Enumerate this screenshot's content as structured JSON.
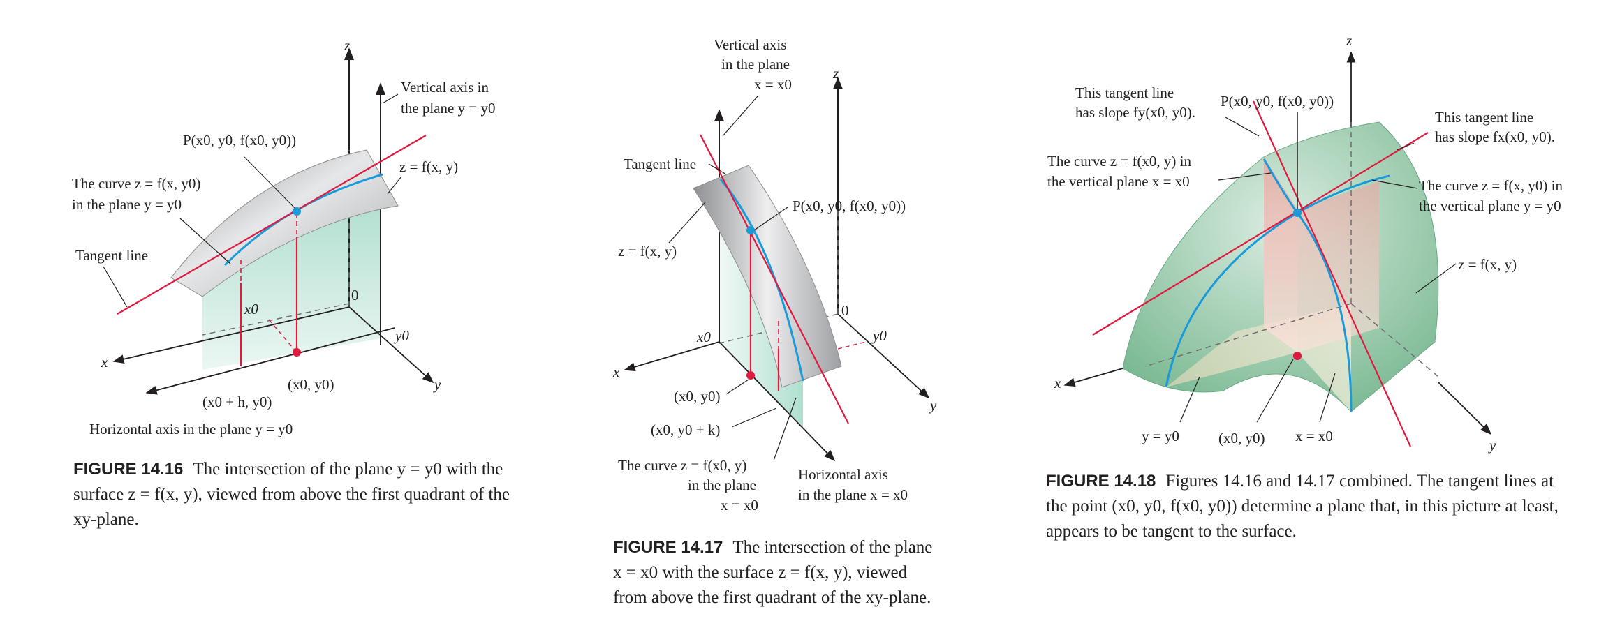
{
  "figures": [
    {
      "number": "FIGURE 14.16",
      "caption": "The intersection of the plane y = y0 with the surface z = f(x, y), viewed from above the first quadrant of the xy-plane.",
      "labels": {
        "z_axis": "z",
        "x_axis": "x",
        "y_axis": "y",
        "origin": "0",
        "vertical_axis": [
          "Vertical axis in",
          "the plane y = y0"
        ],
        "point_p": "P(x0, y0, f(x0, y0))",
        "surface": "z = f(x, y)",
        "curve": [
          "The curve z = f(x, y0)",
          "in the plane y = y0"
        ],
        "tangent": "Tangent line",
        "x0": "x0",
        "y0": "y0",
        "pt_xy": "(x0, y0)",
        "pt_xh": "(x0 + h, y0)",
        "horizontal_axis": "Horizontal axis in the plane y = y0"
      }
    },
    {
      "number": "FIGURE 14.17",
      "caption": "The intersection of the plane x = x0 with the surface z = f(x, y), viewed from above the first quadrant of the xy-plane.",
      "labels": {
        "z_axis": "z",
        "x_axis": "x",
        "y_axis": "y",
        "origin": "0",
        "vertical_axis": [
          "Vertical axis",
          "in the plane",
          "x = x0"
        ],
        "tangent": "Tangent line",
        "point_p": "P(x0, y0, f(x0, y0))",
        "surface": "z = f(x, y)",
        "x0": "x0",
        "y0": "y0",
        "pt_xy": "(x0, y0)",
        "pt_yk": "(x0, y0 + k)",
        "curve": [
          "The curve z = f(x0, y)",
          "in the plane",
          "x = x0"
        ],
        "horizontal_axis": [
          "Horizontal axis",
          "in the plane x = x0"
        ]
      }
    },
    {
      "number": "FIGURE 14.18",
      "caption": "Figures 14.16 and 14.17 combined. The tangent lines at the point (x0, y0, f(x0, y0)) determine a plane that, in this picture at least, appears to be tangent to the surface.",
      "labels": {
        "z_axis": "z",
        "x_axis": "x",
        "y_axis": "y",
        "slope_fy": [
          "This tangent line",
          "has slope fy(x0, y0)."
        ],
        "point_p": "P(x0, y0, f(x0, y0))",
        "slope_fx": [
          "This tangent line",
          "has slope fx(x0, y0)."
        ],
        "curve_x": [
          "The curve z = f(x0, y) in",
          "the vertical plane x = x0"
        ],
        "curve_y": [
          "The curve z = f(x, y0) in",
          "the vertical plane y = y0"
        ],
        "surface": "z = f(x, y)",
        "y_eq": "y = y0",
        "pt_xy": "(x0, y0)",
        "x_eq": "x = x0"
      }
    }
  ],
  "colors": {
    "curve": "#1a9ad9",
    "tangent": "#e0193f",
    "green_surface": "#7bbf93",
    "gray_surface": "#c9cacc"
  }
}
